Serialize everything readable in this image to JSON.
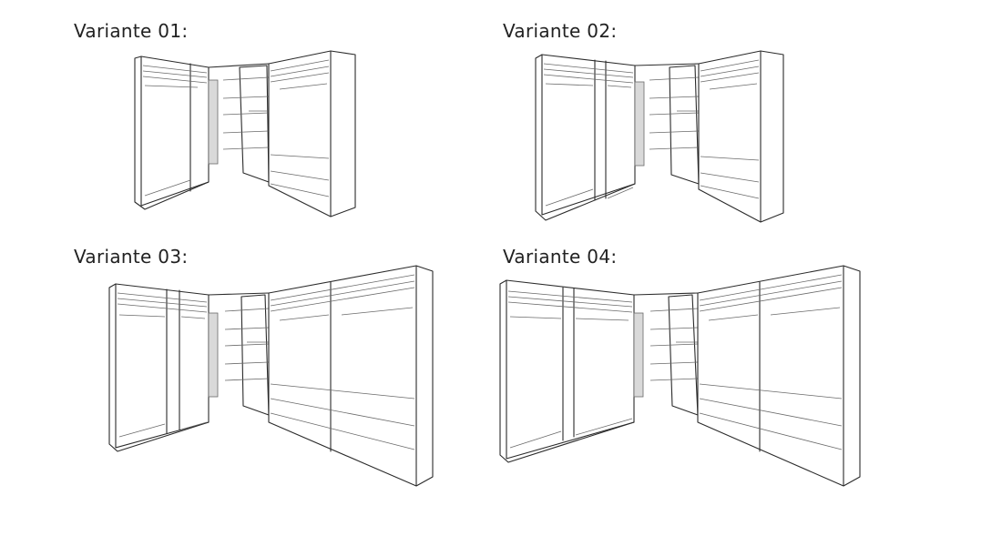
{
  "variants": [
    {
      "label": "Variante 01:"
    },
    {
      "label": "Variante 02:"
    },
    {
      "label": "Variante 03:"
    },
    {
      "label": "Variante 04:"
    }
  ]
}
